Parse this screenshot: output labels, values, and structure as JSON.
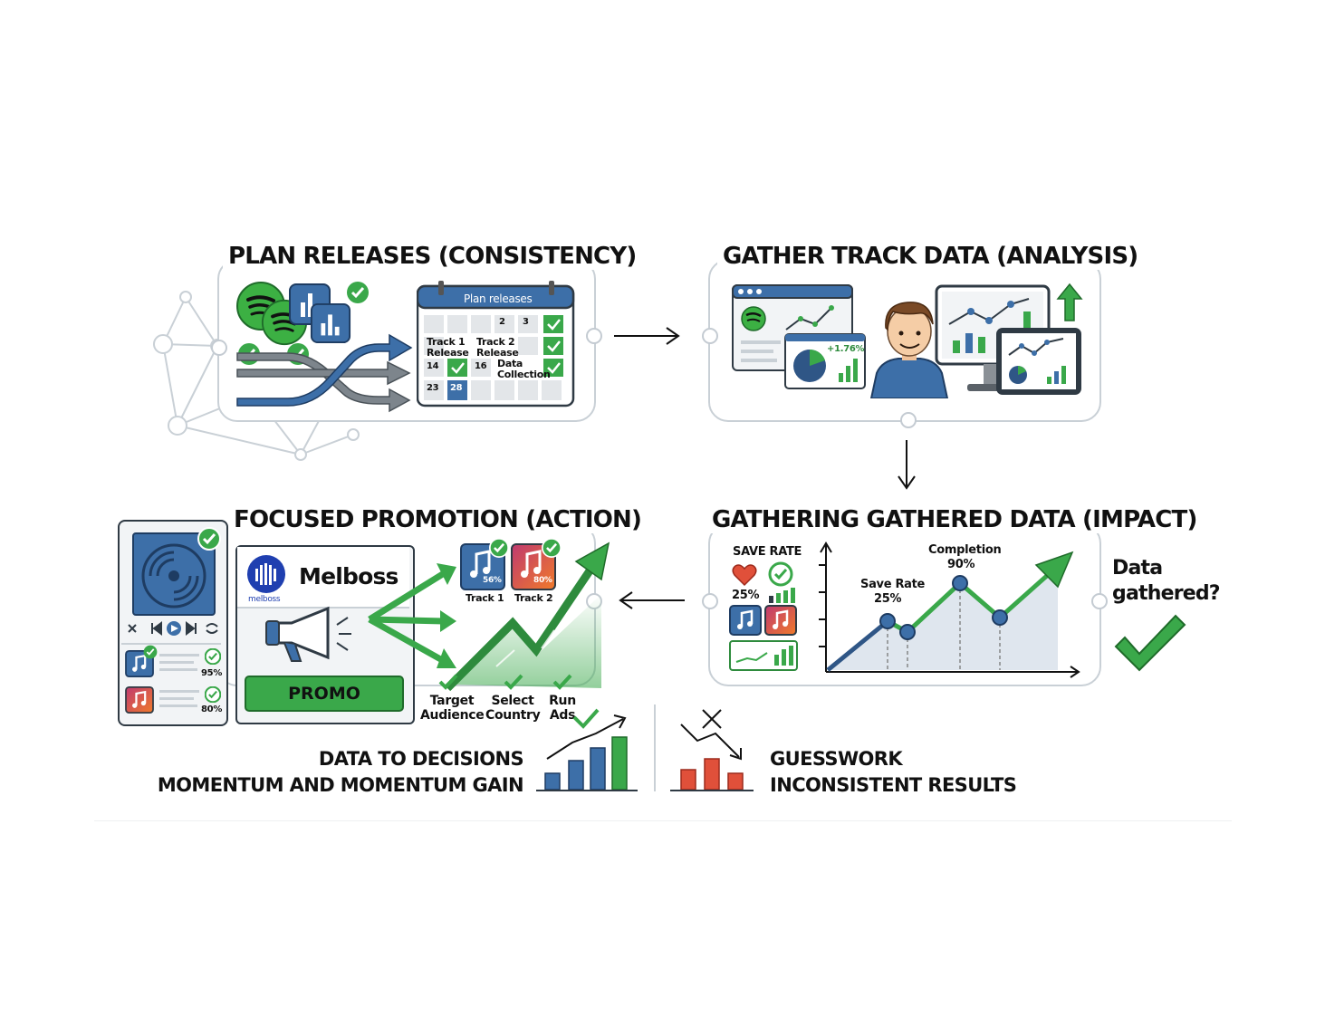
{
  "panels": {
    "plan": {
      "title": "PLAN RELEASES (CONSISTENCY)",
      "calendar_title": "Plan releases",
      "day_2": "2",
      "day_3": "3",
      "day_14": "14",
      "day_16": "16",
      "day_23": "23",
      "day_28": "28",
      "track1_release": "Track 1 Release",
      "track2_release": "Track 2 Release",
      "data_collection": "Data Collection"
    },
    "gather": {
      "title": "GATHER TRACK DATA (ANALYSIS)",
      "growth_label": "+1.76%"
    },
    "impact": {
      "title": "GATHERING GATHERED DATA (IMPACT)",
      "save_rate_heading": "SAVE RATE",
      "save_rate_value": "25%",
      "chart_save_rate_label": "Save Rate",
      "chart_save_rate_value": "25%",
      "completion_label": "Completion",
      "completion_value": "90%",
      "question": "Data gathered?"
    },
    "promotion": {
      "title": "FOCUSED PROMOTION (ACTION)",
      "brand_name": "Melboss",
      "brand_small": "melboss",
      "promo_button": "PROMO",
      "track1_label": "Track 1",
      "track2_label": "Track 2",
      "track1_pct": "56%",
      "track2_pct": "80%",
      "list_pct_1": "95%",
      "list_pct_2": "80%",
      "step_target_audience": "Target Audience",
      "step_select_country": "Select Country",
      "step_run_ads": "Run Ads"
    }
  },
  "outcomes": {
    "good_line1": "DATA TO DECISIONS",
    "good_line2": "MOMENTUM AND MOMENTUM GAIN",
    "bad_line1": "GUESSWORK",
    "bad_line2": "INCONSISTENT RESULTS"
  },
  "colors": {
    "green": "#3aa84a",
    "dark_green": "#2e8b3d",
    "blue": "#3d6fa8",
    "dark_blue": "#2f5686",
    "red": "#e0503a",
    "spotify_green": "#3cb043",
    "gray": "#6b7278",
    "panel_border": "#c9d0d6"
  },
  "icons": [
    "spotify-icon",
    "bar-chart-icon",
    "check-icon",
    "calendar-icon",
    "person-icon",
    "monitor-icon",
    "tablet-icon",
    "heart-icon",
    "music-note-icon",
    "megaphone-icon",
    "vinyl-icon",
    "up-arrow-icon",
    "cross-icon"
  ]
}
